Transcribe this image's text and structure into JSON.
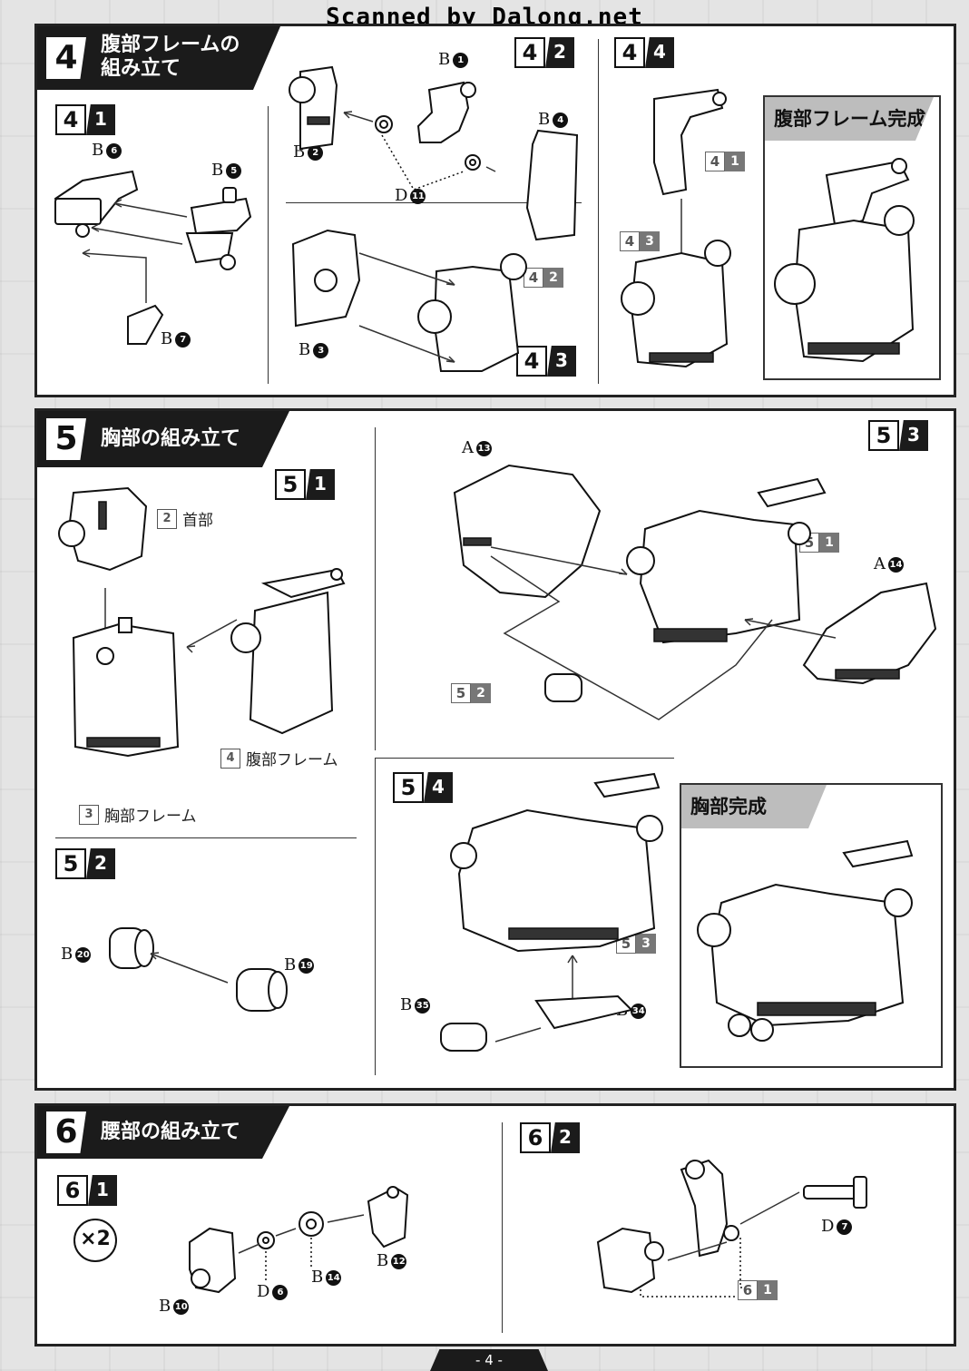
{
  "watermark": "Scanned by Dalong.net",
  "page_number": "- 4 -",
  "section4": {
    "num": "4",
    "title": "腹部フレームの\n組み立て",
    "complete_label": "腹部フレーム完成",
    "sub1": {
      "n": "4",
      "s": "1"
    },
    "sub2": {
      "n": "4",
      "s": "2"
    },
    "sub3": {
      "n": "4",
      "s": "3"
    },
    "sub4": {
      "n": "4",
      "s": "4"
    },
    "parts": {
      "b6": {
        "t": "B",
        "c": "6"
      },
      "b5": {
        "t": "B",
        "c": "5"
      },
      "b7": {
        "t": "B",
        "c": "7"
      },
      "b1": {
        "t": "B",
        "c": "1"
      },
      "b2": {
        "t": "B",
        "c": "2"
      },
      "b4": {
        "t": "B",
        "c": "4"
      },
      "d11": {
        "t": "D",
        "c": "11"
      },
      "b3": {
        "t": "B",
        "c": "3"
      }
    }
  },
  "section5": {
    "num": "5",
    "title": "胸部の組み立て",
    "complete_label": "胸部完成",
    "sub1": {
      "n": "5",
      "s": "1"
    },
    "sub2": {
      "n": "5",
      "s": "2"
    },
    "sub3": {
      "n": "5",
      "s": "3"
    },
    "sub4": {
      "n": "5",
      "s": "4"
    },
    "refs": {
      "neck": {
        "n": "2",
        "label": "首部"
      },
      "abdomen_frame": {
        "n": "4",
        "label": "腹部フレーム"
      },
      "chest_frame": {
        "n": "3",
        "label": "胸部フレーム"
      }
    },
    "parts": {
      "a13": {
        "t": "A",
        "c": "13"
      },
      "a14": {
        "t": "A",
        "c": "14"
      },
      "b20": {
        "t": "B",
        "c": "20"
      },
      "b19": {
        "t": "B",
        "c": "19"
      },
      "b35": {
        "t": "B",
        "c": "35"
      },
      "b34": {
        "t": "B",
        "c": "34"
      }
    }
  },
  "section6": {
    "num": "6",
    "title": "腰部の組み立て",
    "sub1": {
      "n": "6",
      "s": "1"
    },
    "sub2": {
      "n": "6",
      "s": "2"
    },
    "multiplier": "×2",
    "parts": {
      "b10": {
        "t": "B",
        "c": "10"
      },
      "d6": {
        "t": "D",
        "c": "6"
      },
      "b14": {
        "t": "B",
        "c": "14"
      },
      "b12": {
        "t": "B",
        "c": "12"
      },
      "d7": {
        "t": "D",
        "c": "7"
      }
    }
  }
}
